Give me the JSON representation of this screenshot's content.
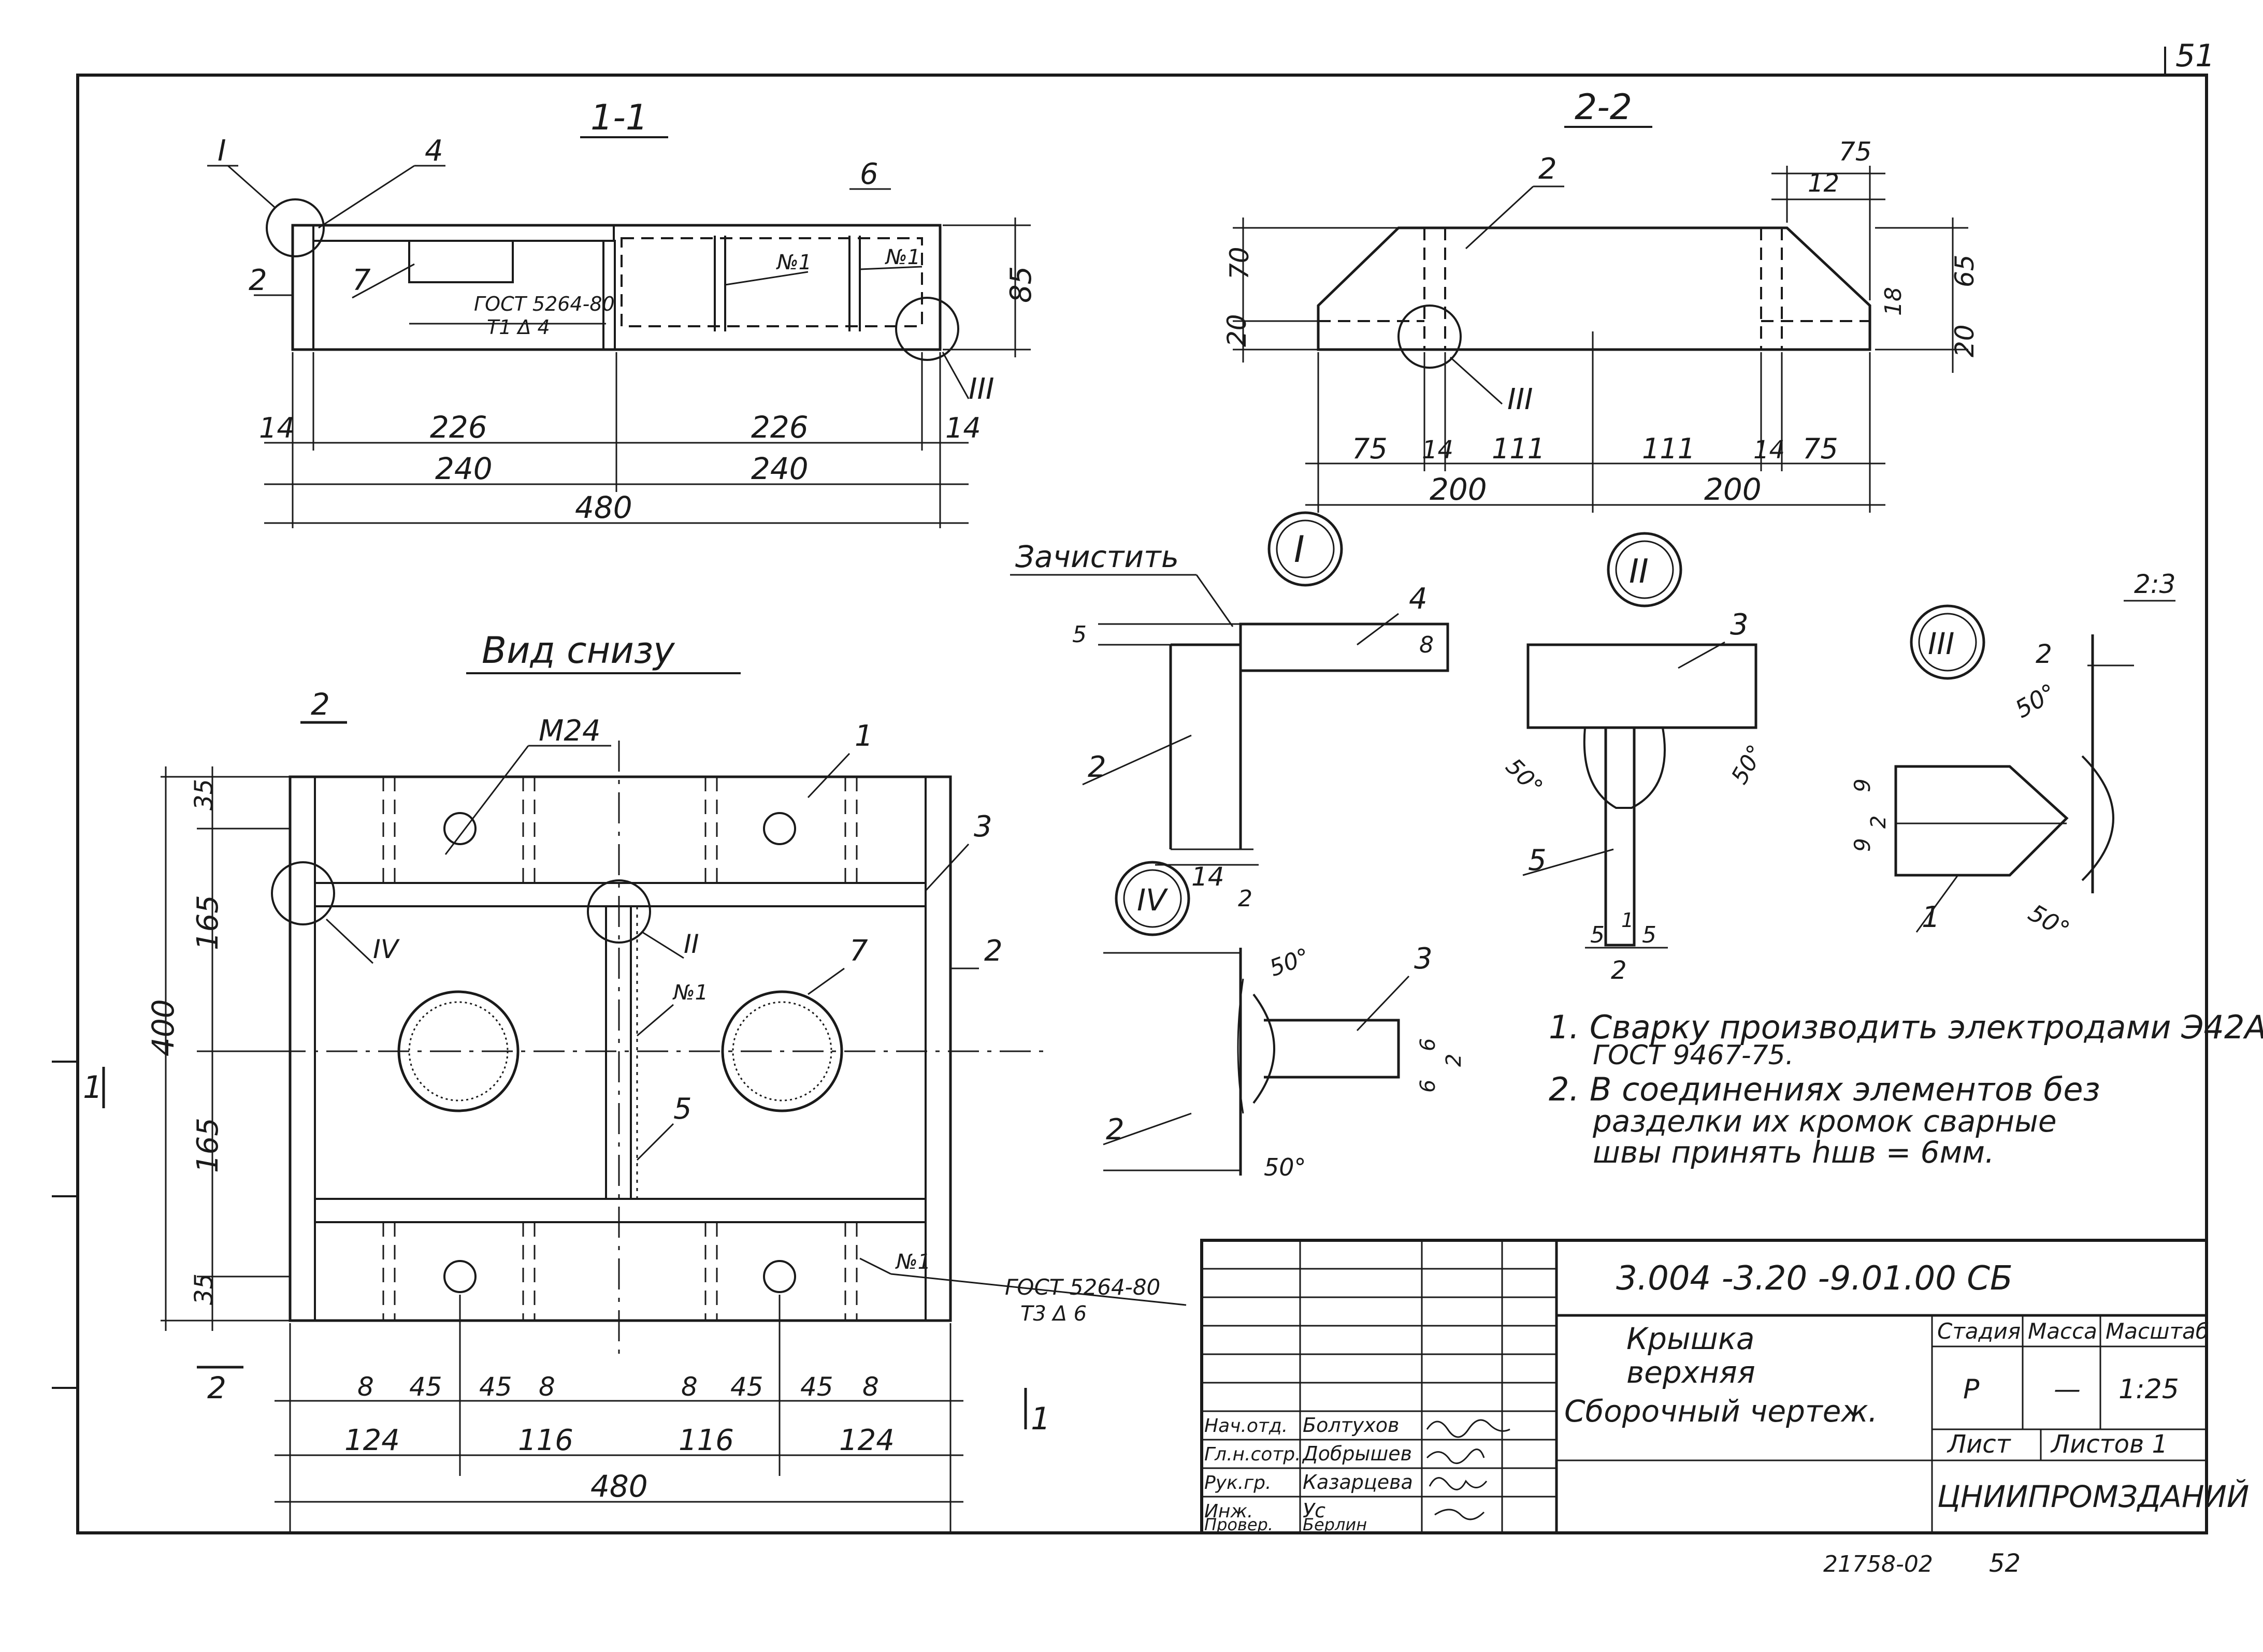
{
  "sheet_number": "51",
  "views": {
    "section_1": {
      "title": "1-1",
      "callouts": [
        "I",
        "4",
        "6",
        "2",
        "7",
        "№1",
        "№1",
        "III"
      ],
      "gost": "ГОСТ 5264-80",
      "gost_weld": "Т1 Δ 4",
      "dims_row1": [
        "14",
        "226",
        "226",
        "14"
      ],
      "dims_row2": [
        "240",
        "240"
      ],
      "dims_total": "480",
      "dim_height": "85"
    },
    "section_2": {
      "title": "2-2",
      "callouts": [
        "2",
        "III"
      ],
      "dims_top": [
        "75",
        "12"
      ],
      "dims_left": [
        "70",
        "20"
      ],
      "dims_right": [
        "65",
        "20",
        "18"
      ],
      "dims_row1": [
        "75",
        "14",
        "111",
        "111",
        "14",
        "75"
      ],
      "dims_row2": [
        "200",
        "200"
      ]
    },
    "bottom_view": {
      "title": "Вид снизу",
      "section_marks": [
        "2",
        "2",
        "1",
        "1"
      ],
      "callouts": [
        "М24",
        "1",
        "3",
        "2",
        "IV",
        "II",
        "7",
        "№1",
        "5",
        "№1"
      ],
      "dims_left": [
        "35",
        "165",
        "165",
        "35"
      ],
      "dim_height": "400",
      "dims_row1": [
        "8",
        "45",
        "45",
        "8",
        "8",
        "45",
        "45",
        "8"
      ],
      "dims_row2": [
        "124",
        "116",
        "116",
        "124"
      ],
      "dims_total": "480",
      "gost": "ГОСТ 5264-80",
      "gost_weld": "Т3 Δ 6"
    },
    "detail_I": {
      "label": "I",
      "note": "Зачистить",
      "callouts": [
        "4",
        "2"
      ],
      "dims": [
        "5",
        "8",
        "14"
      ]
    },
    "detail_II": {
      "label": "II",
      "callouts": [
        "3",
        "5"
      ],
      "angles": [
        "50°",
        "50°"
      ],
      "dims": [
        "5",
        "5",
        "2",
        "1"
      ]
    },
    "detail_III": {
      "label": "III",
      "callouts": [
        "1",
        "2"
      ],
      "ratio": "2:3",
      "angles": [
        "50°",
        "50°"
      ],
      "dims": [
        "9",
        "9",
        "2"
      ]
    },
    "detail_IV": {
      "label": "IV",
      "callouts": [
        "3",
        "2"
      ],
      "angles": [
        "50°",
        "50°"
      ],
      "dims": [
        "2",
        "6",
        "6",
        "2"
      ]
    }
  },
  "notes": [
    "1. Сварку производить электродами Э42А",
    "ГОСТ 9467-75.",
    "2. В соединениях элементов без",
    "разделки их кромок сварные",
    "швы принять hшв = 6мм."
  ],
  "title_block": {
    "designation": "3.004 -3.20 -9.01.00 СБ",
    "title_lines": [
      "Крышка",
      "верхняя",
      "Сборочный чертеж."
    ],
    "headers": [
      "Стадия",
      "Масса",
      "Масштаб"
    ],
    "values": [
      "Р",
      "—",
      "1:25"
    ],
    "sheet_label": "Лист",
    "sheets_label": "Листов 1",
    "organization": "ЦНИИПРОМЗДАНИЙ",
    "roles": [
      "Нач.отд.",
      "Гл.н.сотр.",
      "Рук.гр.",
      "Инж.",
      "Провер."
    ],
    "names": [
      "Болтухов",
      "Добрышев",
      "Казарцева",
      "Ус",
      "Берлин"
    ]
  },
  "footer": {
    "inventory": "21758-02",
    "page": "52"
  }
}
